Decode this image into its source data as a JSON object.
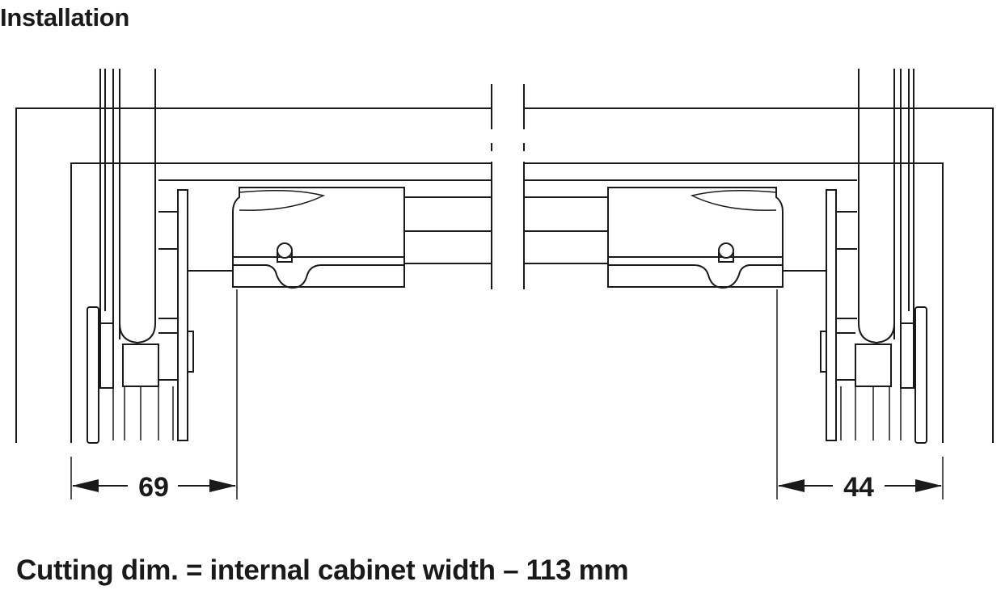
{
  "heading": "Installation",
  "dimensions": {
    "left": {
      "value": "69"
    },
    "right": {
      "value": "44"
    }
  },
  "caption": "Cutting dim. = internal cabinet width – 113 mm",
  "colors": {
    "ink": "#1a1a1a",
    "background": "#ffffff"
  }
}
